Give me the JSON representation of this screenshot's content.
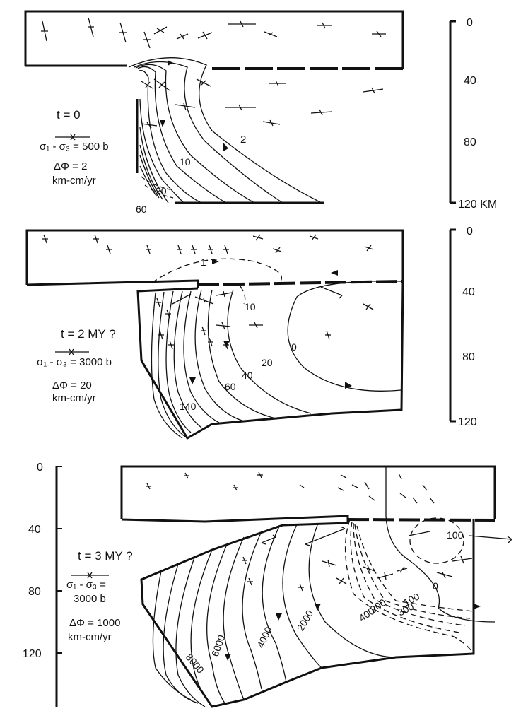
{
  "panel1": {
    "time_label": "t = 0",
    "stress_label": "σ₁ - σ₃ = 500 b",
    "phi_label": "ΔΦ = 2",
    "units_label": "km-cm/yr",
    "contour_labels": [
      "2",
      "10",
      "20",
      "60"
    ],
    "depth_ticks": [
      "0",
      "40",
      "80",
      "120 KM"
    ]
  },
  "panel2": {
    "time_label": "t = 2 MY ?",
    "stress_label": "σ₁ - σ₃ = 3000 b",
    "phi_label": "ΔΦ = 20",
    "units_label": "km-cm/yr",
    "contour_labels": [
      "1",
      "10",
      "0",
      "20",
      "40",
      "60",
      "140"
    ],
    "depth_ticks": [
      "0",
      "40",
      "80",
      "120"
    ]
  },
  "panel3": {
    "time_label": "t = 3 MY ?",
    "stress_label": "σ₁ - σ₃ =",
    "stress_value": "3000 b",
    "phi_label": "ΔΦ = 1000",
    "units_label": "km-cm/yr",
    "contour_labels": [
      "100",
      "0",
      "100",
      "200",
      "300",
      "400",
      "2000",
      "4000",
      "6000",
      "8000"
    ],
    "depth_ticks": [
      "0",
      "40",
      "80",
      "120"
    ]
  }
}
